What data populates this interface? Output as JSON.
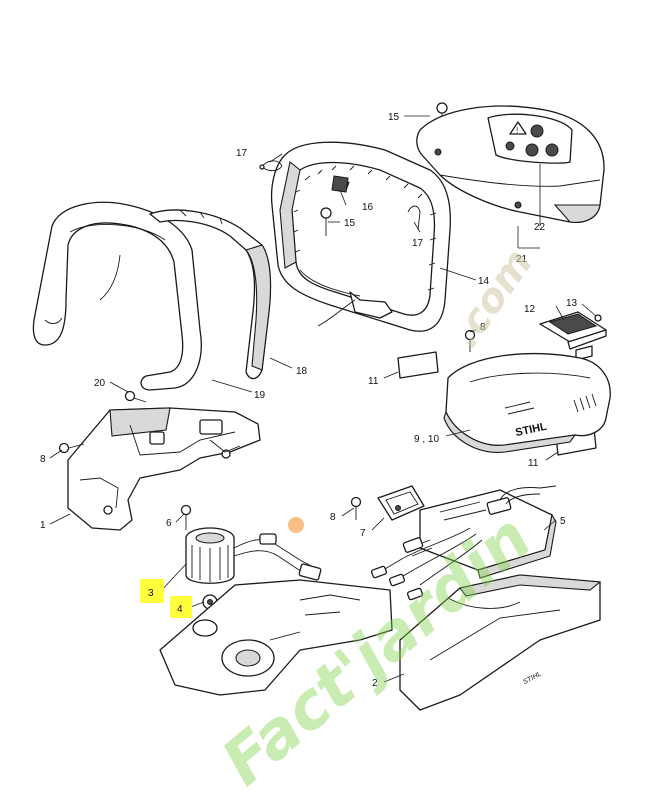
{
  "labels": [
    {
      "id": "1",
      "text": "1"
    },
    {
      "id": "2",
      "text": "2"
    },
    {
      "id": "3",
      "text": "3"
    },
    {
      "id": "4",
      "text": "4"
    },
    {
      "id": "5",
      "text": "5"
    },
    {
      "id": "6",
      "text": "6"
    },
    {
      "id": "7",
      "text": "7"
    },
    {
      "id": "8a",
      "text": "8"
    },
    {
      "id": "8b",
      "text": "8"
    },
    {
      "id": "8c",
      "text": "8"
    },
    {
      "id": "9_10",
      "text": "9 , 10"
    },
    {
      "id": "11a",
      "text": "11"
    },
    {
      "id": "11b",
      "text": "11"
    },
    {
      "id": "12",
      "text": "12"
    },
    {
      "id": "13",
      "text": "13"
    },
    {
      "id": "14",
      "text": "14"
    },
    {
      "id": "15a",
      "text": "15"
    },
    {
      "id": "15b",
      "text": "15"
    },
    {
      "id": "16",
      "text": "16"
    },
    {
      "id": "17a",
      "text": "17"
    },
    {
      "id": "17b",
      "text": "17"
    },
    {
      "id": "18",
      "text": "18"
    },
    {
      "id": "19",
      "text": "19"
    },
    {
      "id": "20",
      "text": "20"
    },
    {
      "id": "21",
      "text": "21"
    },
    {
      "id": "22",
      "text": "22"
    }
  ],
  "highlighted_parts": [
    "3",
    "4"
  ],
  "highlight_color": "#ffff3c",
  "brand_marks": {
    "motor_cover": "STIHL",
    "housing": "STIHL"
  },
  "watermark": {
    "main": "Fact'jardin",
    "secondary": ".com",
    "color": "#7dd148",
    "accent": "#f08a1e"
  },
  "icons": [
    "warning-triangle-icon",
    "read-manual-icon",
    "eye-protection-icon",
    "ear-protection-icon"
  ]
}
